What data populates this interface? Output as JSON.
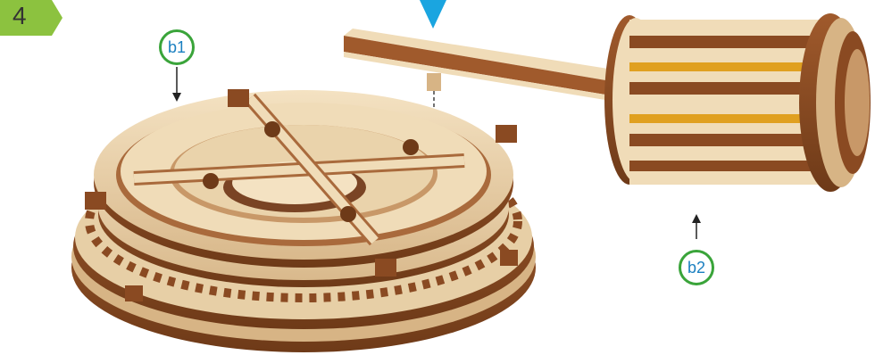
{
  "step": {
    "number": "4"
  },
  "callouts": [
    {
      "label": "b1"
    },
    {
      "label": "b2"
    }
  ],
  "colors": {
    "badge_green": "#8cc23f",
    "circle_green": "#3aa43a",
    "label_blue": "#1a7fc0",
    "marker_blue": "#1aa5e0",
    "wood_light": "#f0dcb8",
    "wood_dark": "#8a4a22"
  }
}
